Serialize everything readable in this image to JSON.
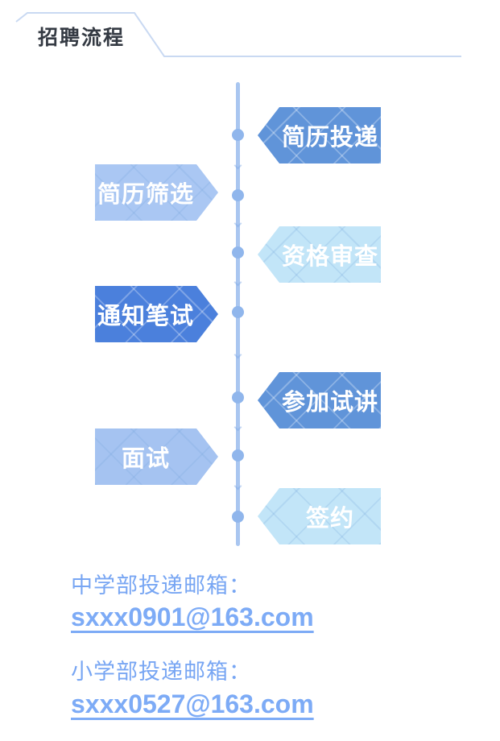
{
  "header": {
    "title": "招聘流程",
    "title_color": "#343a43",
    "decoration_line_color": "#c9d9f2"
  },
  "timeline": {
    "line_color": "#a9c6f0",
    "dot_color": "#90b6ec",
    "steps": [
      {
        "label": "简历投递",
        "side": "right",
        "color": "#6094d9",
        "text_color": "#ffffff"
      },
      {
        "label": "简历筛选",
        "side": "left",
        "color": "#aac7f3",
        "text_color": "#ffffff"
      },
      {
        "label": "资格审查",
        "side": "right",
        "color": "#c2e5f8",
        "text_color": "#ffffff"
      },
      {
        "label": "通知笔试",
        "side": "left",
        "color": "#4b80dc",
        "text_color": "#ffffff"
      },
      {
        "label": "参加试讲",
        "side": "right",
        "color": "#6094d9",
        "text_color": "#ffffff"
      },
      {
        "label": "面试",
        "side": "left",
        "color": "#a5c3f1",
        "text_color": "#ffffff"
      },
      {
        "label": "签约",
        "side": "right",
        "color": "#c2e5f8",
        "text_color": "#ffffff"
      }
    ]
  },
  "contacts": [
    {
      "label": "中学部投递邮箱：",
      "email": "sxxx0901@163.com"
    },
    {
      "label": "小学部投递邮箱：",
      "email": "sxxx0527@163.com"
    }
  ],
  "contact_colors": {
    "label": "#78a6f3",
    "email": "#7dabf6"
  }
}
